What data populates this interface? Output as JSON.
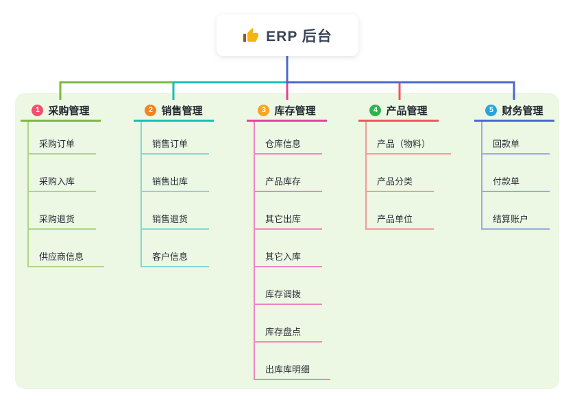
{
  "root": {
    "label": "ERP 后台",
    "icon": "thumbs-up",
    "icon_color": "#f6b40e",
    "icon_cuff_color": "#8a5a2b"
  },
  "panel": {
    "bg": "#ecf7e4"
  },
  "branches": [
    {
      "badge": "1",
      "label": "采购管理",
      "color": "#7cb93e",
      "light": "#aed584",
      "badge_bg": "#f0506e",
      "children": [
        "采购订单",
        "采购入库",
        "采购退货",
        "供应商信息"
      ]
    },
    {
      "badge": "2",
      "label": "销售管理",
      "color": "#16bfb4",
      "light": "#7edad2",
      "badge_bg": "#f58220",
      "children": [
        "销售订单",
        "销售出库",
        "销售退货",
        "客户信息"
      ]
    },
    {
      "badge": "3",
      "label": "库存管理",
      "color": "#e2439a",
      "light": "#ef85be",
      "badge_bg": "#f6a623",
      "children": [
        "仓库信息",
        "产品库存",
        "其它出库",
        "其它入库",
        "库存调拨",
        "库存盘点",
        "出库库明细"
      ]
    },
    {
      "badge": "4",
      "label": "产品管理",
      "color": "#f2545b",
      "light": "#f79a96",
      "badge_bg": "#2fb34f",
      "children": [
        "产品（物料）",
        "产品分类",
        "产品单位"
      ]
    },
    {
      "badge": "5",
      "label": "财务管理",
      "color": "#4a68cf",
      "light": "#98abe2",
      "badge_bg": "#29a3dc",
      "children": [
        "回款单",
        "付款单",
        "结算账户"
      ]
    }
  ]
}
